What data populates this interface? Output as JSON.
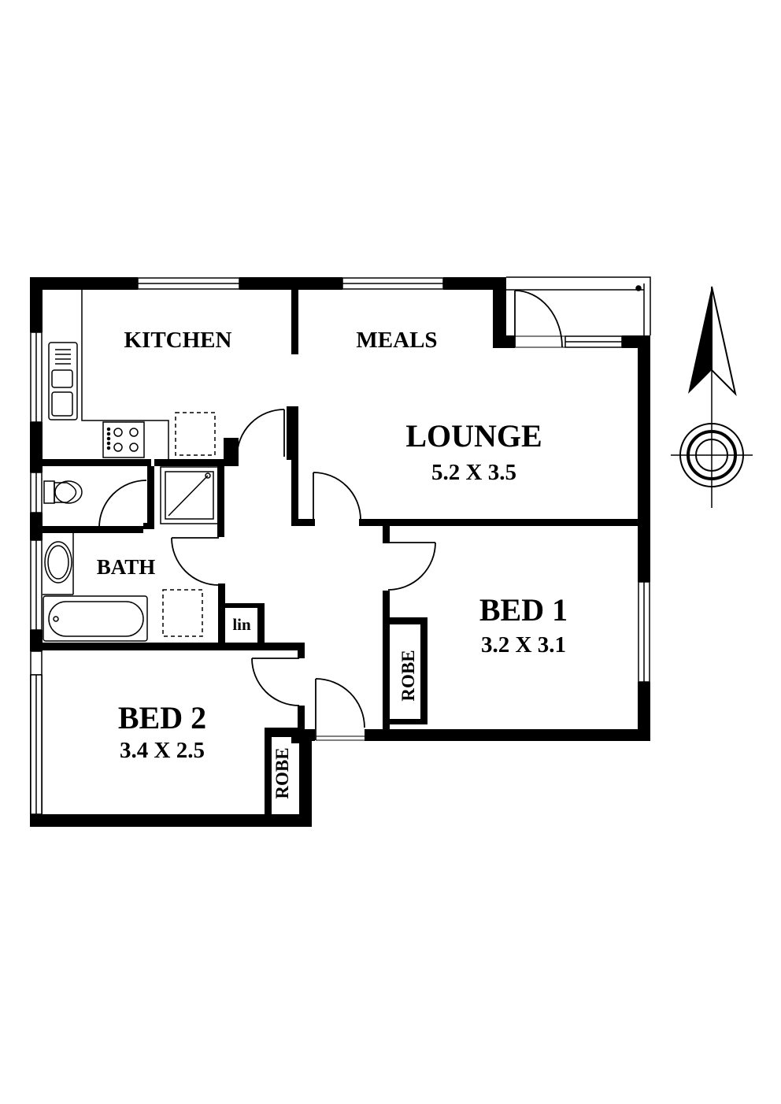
{
  "rooms": {
    "kitchen": {
      "name": "KITCHEN"
    },
    "meals": {
      "name": "MEALS"
    },
    "lounge": {
      "name": "LOUNGE",
      "size": "5.2 X 3.5"
    },
    "bath": {
      "name": "BATH"
    },
    "linen": {
      "name": "lin"
    },
    "bed1": {
      "name": "BED 1",
      "size": "3.2 X 3.1"
    },
    "robe1": {
      "name": "ROBE"
    },
    "bed2": {
      "name": "BED 2",
      "size": "3.4 X 2.5"
    },
    "robe2": {
      "name": "ROBE"
    }
  },
  "colors": {
    "wall": "#000000",
    "background": "#ffffff",
    "line": "#000000"
  }
}
